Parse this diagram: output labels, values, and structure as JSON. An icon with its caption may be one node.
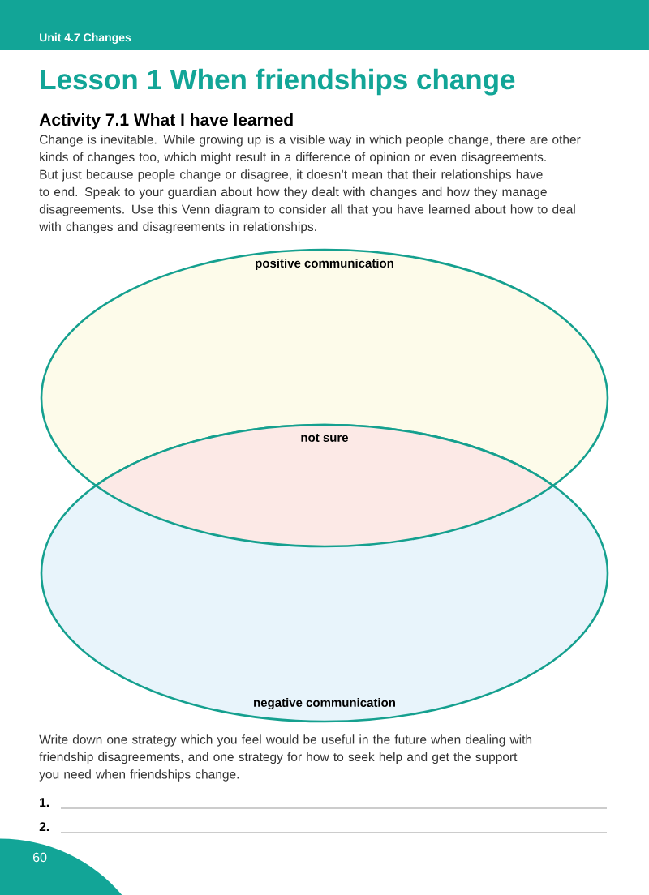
{
  "diagram": {
    "title": "Lesson 1 When friendships change",
    "nodes": [
      {
        "text": [
          "positive communication"
        ]
      },
      {
        "text": [
          "negative communication"
        ]
      },
      {
        "text": [
          "not sure"
        ]
      }
    ],
    "labels": [
      "Unit 4.7 Changes",
      "Activity 7.1 What I have learned",
      "Change is inevitable. While growing up is a visible way in which people change, there are other kinds of changes too, which might result in a difference of opinion or even disagreements. But just because people change or disagree, it doesn’t mean that their relationships have to end. Speak to your guardian about how they dealt with changes and how they manage disagreements. Use this Venn diagram to consider all that you have learned about how to deal with changes and disagreements in relationships.",
      "Write down one strategy which you feel would be useful in the future when dealing with friendship disagreements, and one strategy for how to seek help and get the support you need when friendships change.",
      "1.",
      "2.",
      "60"
    ]
  }
}
